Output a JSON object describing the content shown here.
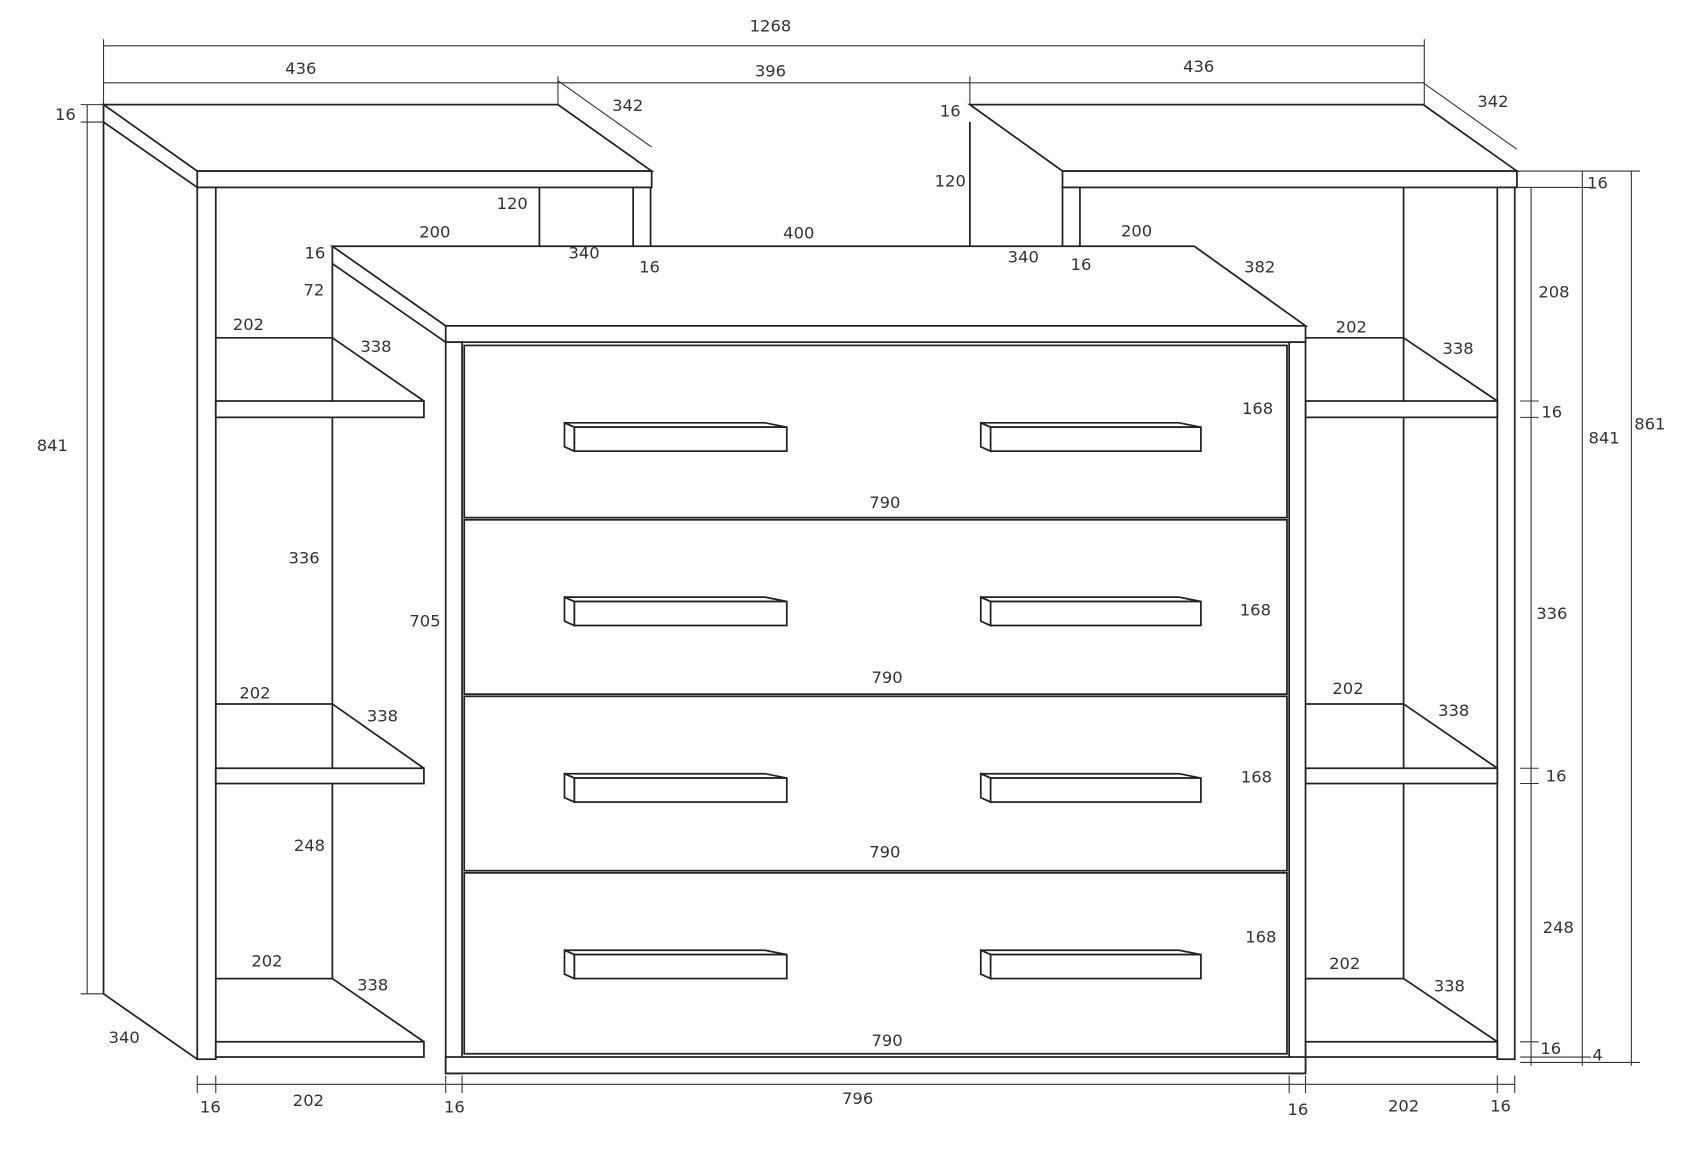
{
  "title": "Dresser with side shelving units - dimension drawing",
  "dimensions": {
    "overall_width": "1268",
    "left_top_width": "436",
    "middle_gap": "396",
    "right_top_width": "436",
    "left_top_depth": "342",
    "right_top_depth": "342",
    "left_top_thickness": "16",
    "right_top_thickness_label": "16",
    "left_riser_height": "120",
    "right_riser_height": "120",
    "center_left_step": "200",
    "center_middle": "400",
    "center_right_step": "200",
    "left_riser_depth": "340",
    "left_riser_thickness": "16",
    "right_riser_depth": "340",
    "right_riser_thickness": "16",
    "center_top_depth": "382",
    "center_top_thickness": "16",
    "center_offset": "72",
    "left_shelf1_width": "202",
    "left_shelf1_depth": "338",
    "right_shelf1_width": "202",
    "right_shelf1_depth": "338",
    "right_top_gap": "208",
    "right_shelf1_thickness": "16",
    "right_inner_height": "841",
    "right_total_height": "861",
    "right_top_slab": "16",
    "left_height": "841",
    "drawer1_height": "168",
    "drawer1_width": "790",
    "left_mid_gap": "336",
    "center_height": "705",
    "drawer2_height": "168",
    "drawer2_width": "790",
    "right_mid_gap": "336",
    "left_shelf2_width": "202",
    "left_shelf2_depth": "338",
    "right_shelf2_width": "202",
    "right_shelf2_depth": "338",
    "drawer3_height": "168",
    "right_shelf2_thickness": "16",
    "drawer3_width": "790",
    "left_bottom_gap": "248",
    "right_bottom_gap": "248",
    "drawer4_height": "168",
    "left_shelf3_width": "202",
    "left_shelf3_depth": "338",
    "right_shelf3_width": "202",
    "right_shelf3_depth": "338",
    "drawer4_width": "790",
    "right_bottom_thickness": "16",
    "plinth_gap": "4",
    "left_depth": "340",
    "bottom_left_panel": "16",
    "bottom_left_width": "202",
    "bottom_center_left_panel": "16",
    "bottom_center_width": "796",
    "bottom_center_right_panel": "16",
    "bottom_right_width": "202",
    "bottom_right_panel": "16"
  }
}
